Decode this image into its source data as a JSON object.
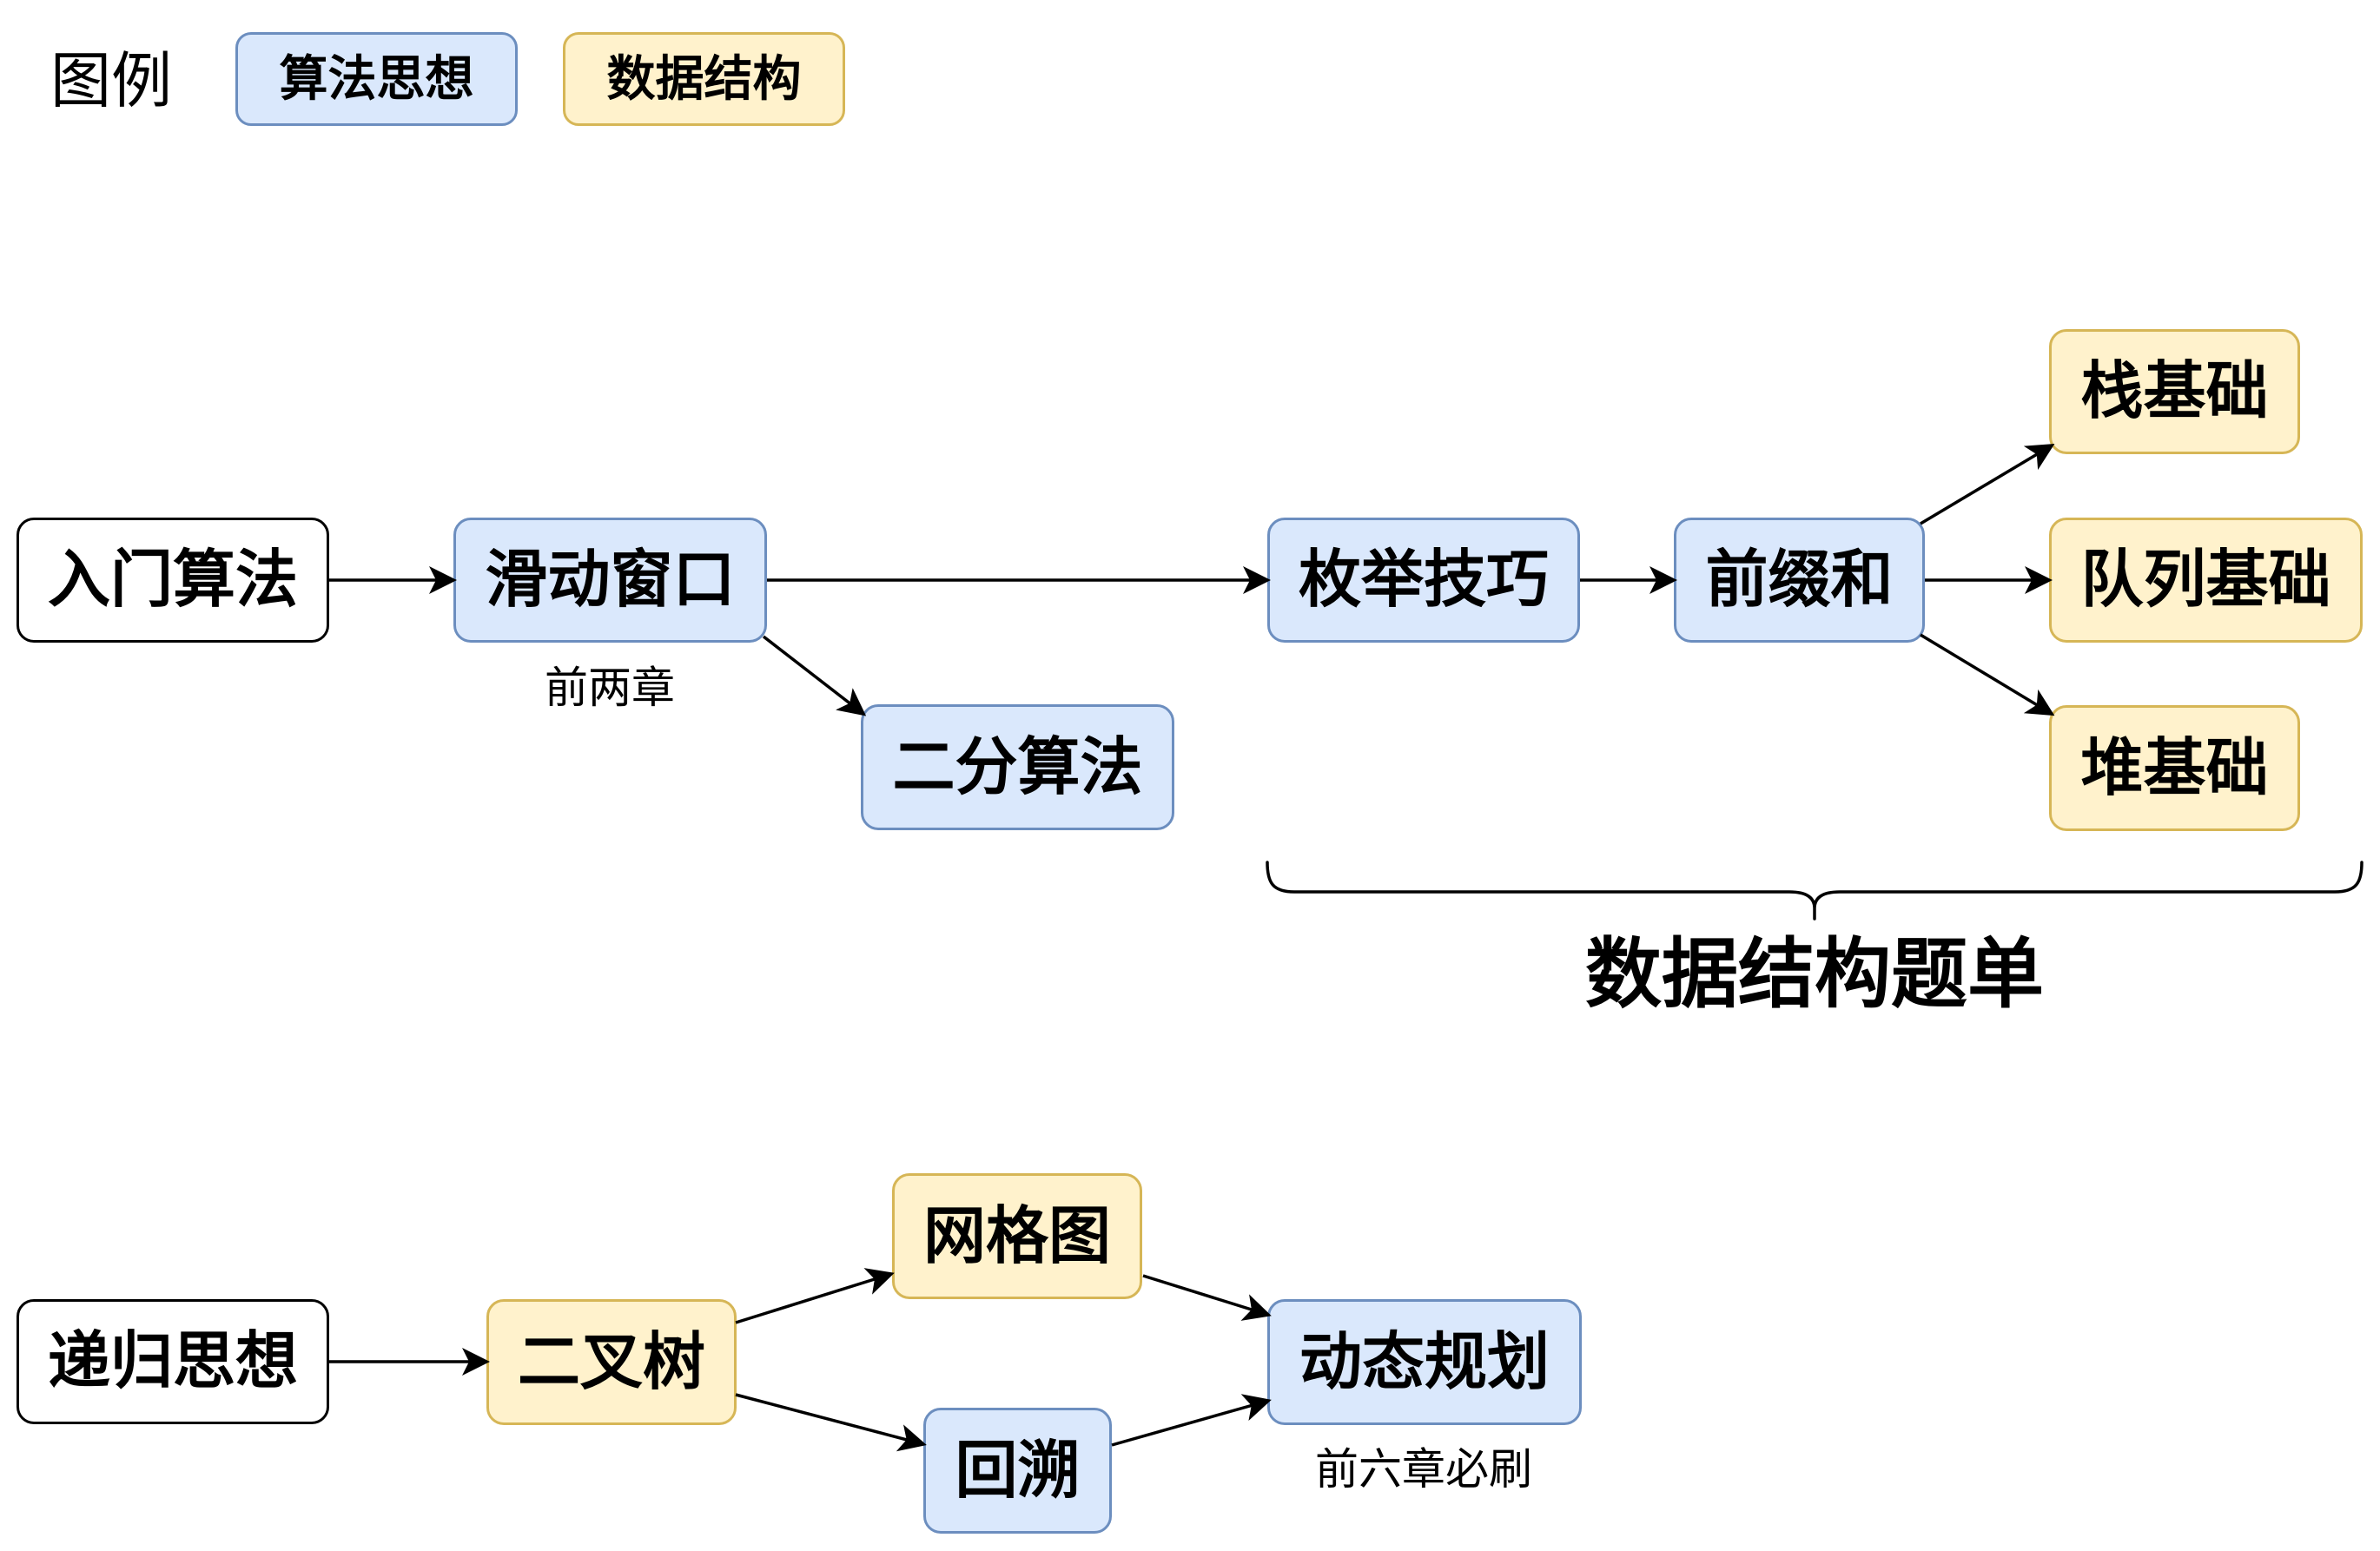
{
  "legend": {
    "title": "图例",
    "items": [
      {
        "label": "算法思想",
        "category": "algorithm"
      },
      {
        "label": "数据结构",
        "category": "data-structure"
      }
    ]
  },
  "categories": {
    "algorithm": {
      "fill": "#dae8fc",
      "stroke": "#6c8ebf"
    },
    "data-structure": {
      "fill": "#fff2cc",
      "stroke": "#d6b656"
    },
    "start": {
      "fill": "#ffffff",
      "stroke": "#000000"
    }
  },
  "nodes": [
    {
      "id": "intro",
      "label": "入门算法",
      "category": "start"
    },
    {
      "id": "sliding-window",
      "label": "滑动窗口",
      "category": "algorithm"
    },
    {
      "id": "binary-search",
      "label": "二分算法",
      "category": "algorithm"
    },
    {
      "id": "enumeration",
      "label": "枚举技巧",
      "category": "algorithm"
    },
    {
      "id": "prefix-sum",
      "label": "前缀和",
      "category": "algorithm"
    },
    {
      "id": "stack",
      "label": "栈基础",
      "category": "data-structure"
    },
    {
      "id": "queue",
      "label": "队列基础",
      "category": "data-structure"
    },
    {
      "id": "heap",
      "label": "堆基础",
      "category": "data-structure"
    },
    {
      "id": "recursion",
      "label": "递归思想",
      "category": "start"
    },
    {
      "id": "binary-tree",
      "label": "二叉树",
      "category": "data-structure"
    },
    {
      "id": "grid-graph",
      "label": "网格图",
      "category": "data-structure"
    },
    {
      "id": "backtracking",
      "label": "回溯",
      "category": "algorithm"
    },
    {
      "id": "dynamic-programming",
      "label": "动态规划",
      "category": "algorithm"
    }
  ],
  "notes": {
    "sliding_window": "前两章",
    "dynamic_programming": "前六章必刷"
  },
  "group": {
    "label": "数据结构题单",
    "members": [
      "enumeration",
      "prefix-sum",
      "stack",
      "queue",
      "heap"
    ]
  },
  "edges": [
    {
      "from": "intro",
      "to": "sliding-window"
    },
    {
      "from": "sliding-window",
      "to": "enumeration"
    },
    {
      "from": "sliding-window",
      "to": "binary-search"
    },
    {
      "from": "enumeration",
      "to": "prefix-sum"
    },
    {
      "from": "prefix-sum",
      "to": "stack"
    },
    {
      "from": "prefix-sum",
      "to": "queue"
    },
    {
      "from": "prefix-sum",
      "to": "heap"
    },
    {
      "from": "recursion",
      "to": "binary-tree"
    },
    {
      "from": "binary-tree",
      "to": "grid-graph"
    },
    {
      "from": "binary-tree",
      "to": "backtracking"
    },
    {
      "from": "grid-graph",
      "to": "dynamic-programming"
    },
    {
      "from": "backtracking",
      "to": "dynamic-programming"
    }
  ]
}
